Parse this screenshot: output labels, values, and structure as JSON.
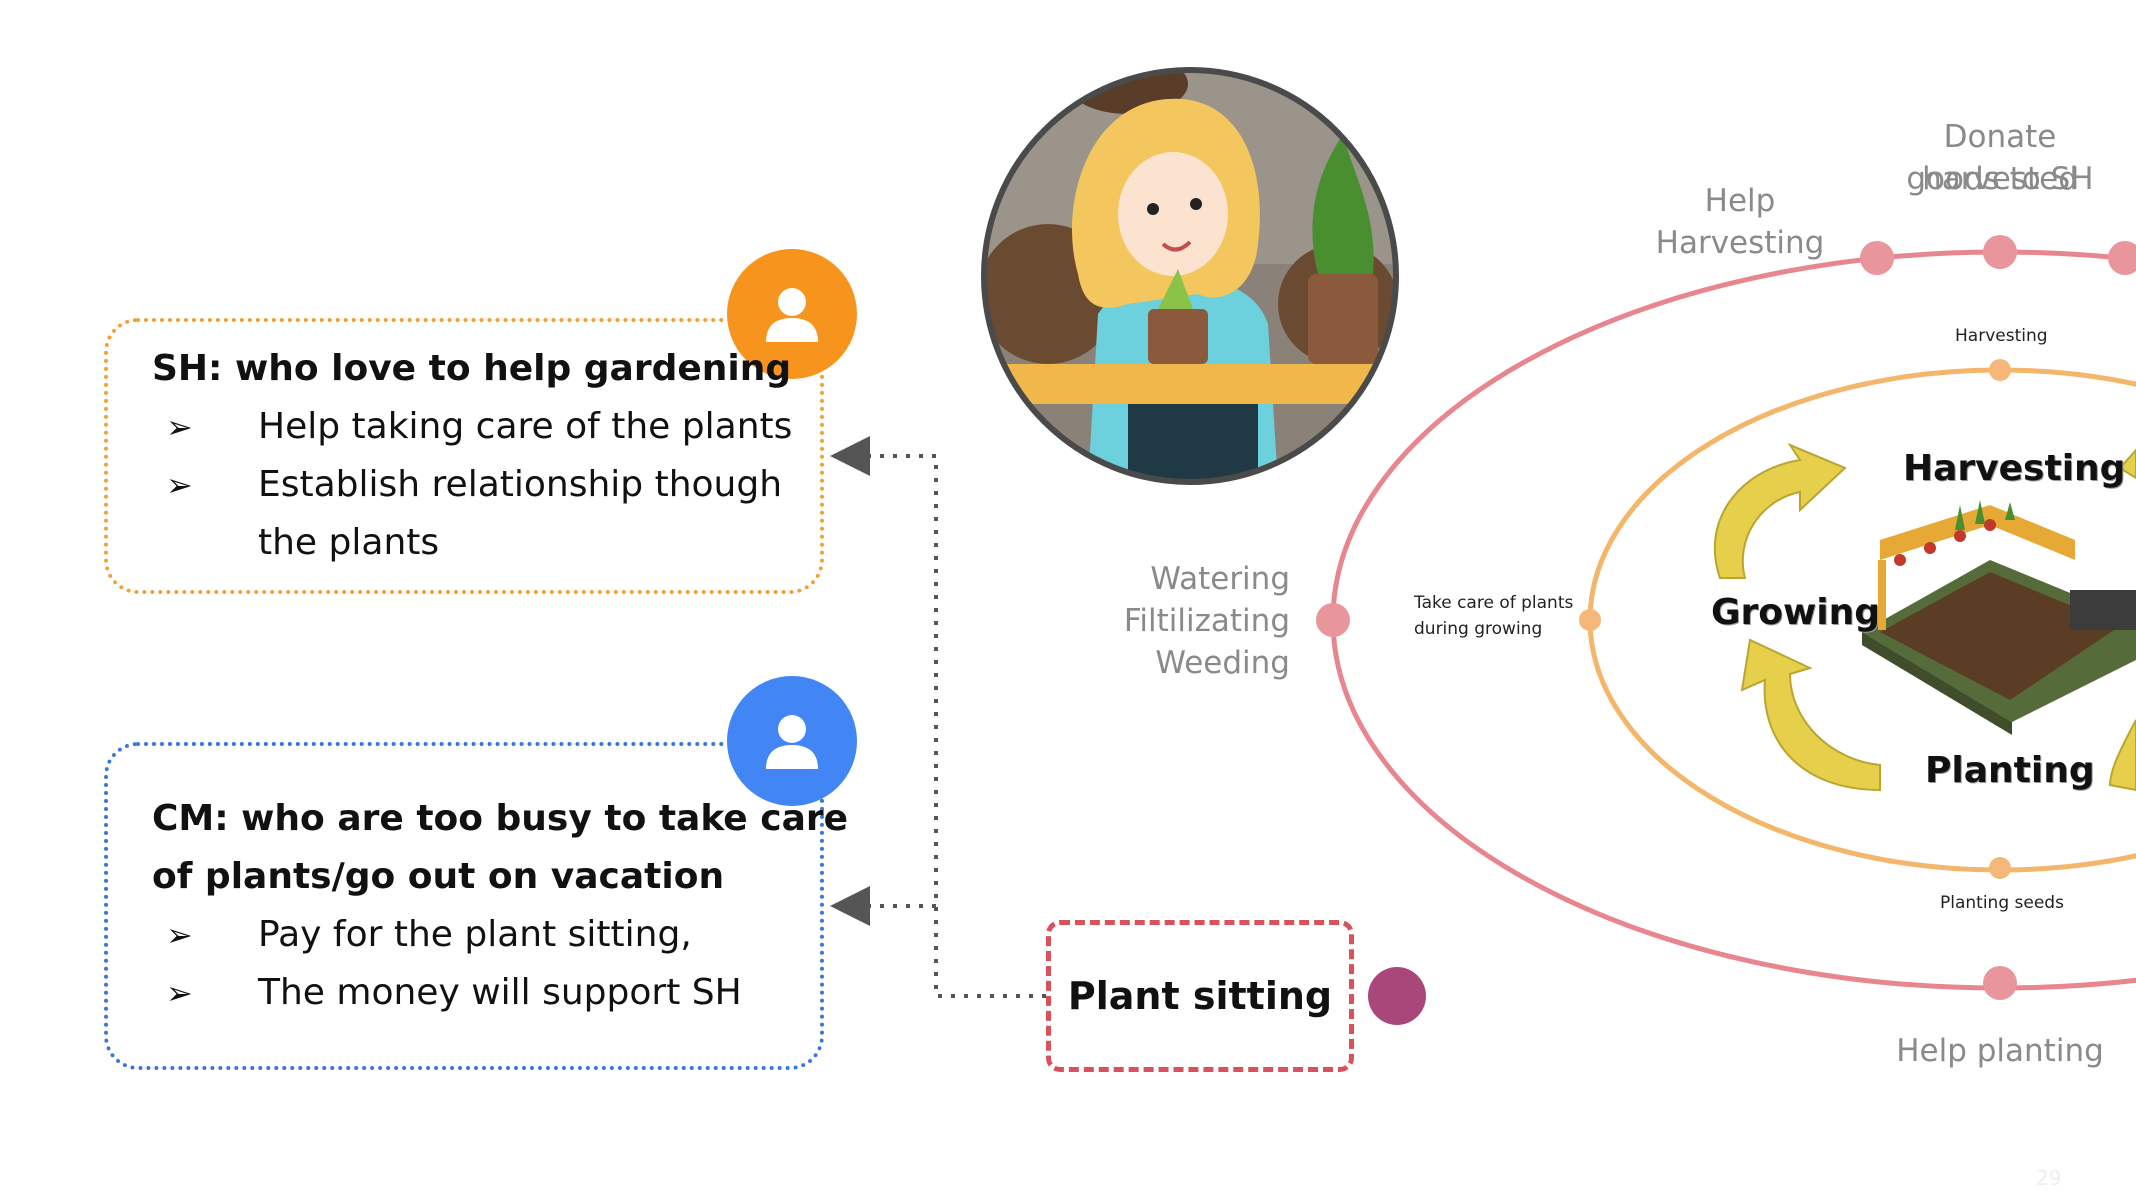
{
  "sh": {
    "title": "SH: who love to help gardening",
    "bullets": [
      "Help taking care of the plants",
      "Establish relationship though",
      "the plants"
    ],
    "color": "#f7941d"
  },
  "cm": {
    "title_line1": "CM: who are too busy to take care",
    "title_line2": "of plants/go out on vacation",
    "bullets": [
      "Pay for the plant sitting,",
      "The money will support SH"
    ],
    "color": "#4285f4"
  },
  "bullet_glyph": "➢",
  "plant_sitting": {
    "label": "Plant sitting",
    "dot_color": "#a9477a"
  },
  "outer_ring": {
    "color": "#e8868f",
    "labels": {
      "help_harvesting": "Help Harvesting",
      "donate_line1": "Donate harvested",
      "donate_line2": "goods to SH",
      "watering": "Watering",
      "filtilizating": "Filtilizating",
      "weeding": "Weeding",
      "help_planting": "Help planting"
    }
  },
  "inner_ring": {
    "color": "#f3b66b",
    "labels": {
      "harvesting": "Harvesting",
      "take_care_line1": "Take care of plants",
      "take_care_line2": "during growing",
      "planting_seeds": "Planting seeds"
    }
  },
  "cycle": {
    "words": [
      "Harvesting",
      "Growing",
      "Planting"
    ],
    "arrow_color": "#e6cf4a"
  },
  "page_number": "29"
}
